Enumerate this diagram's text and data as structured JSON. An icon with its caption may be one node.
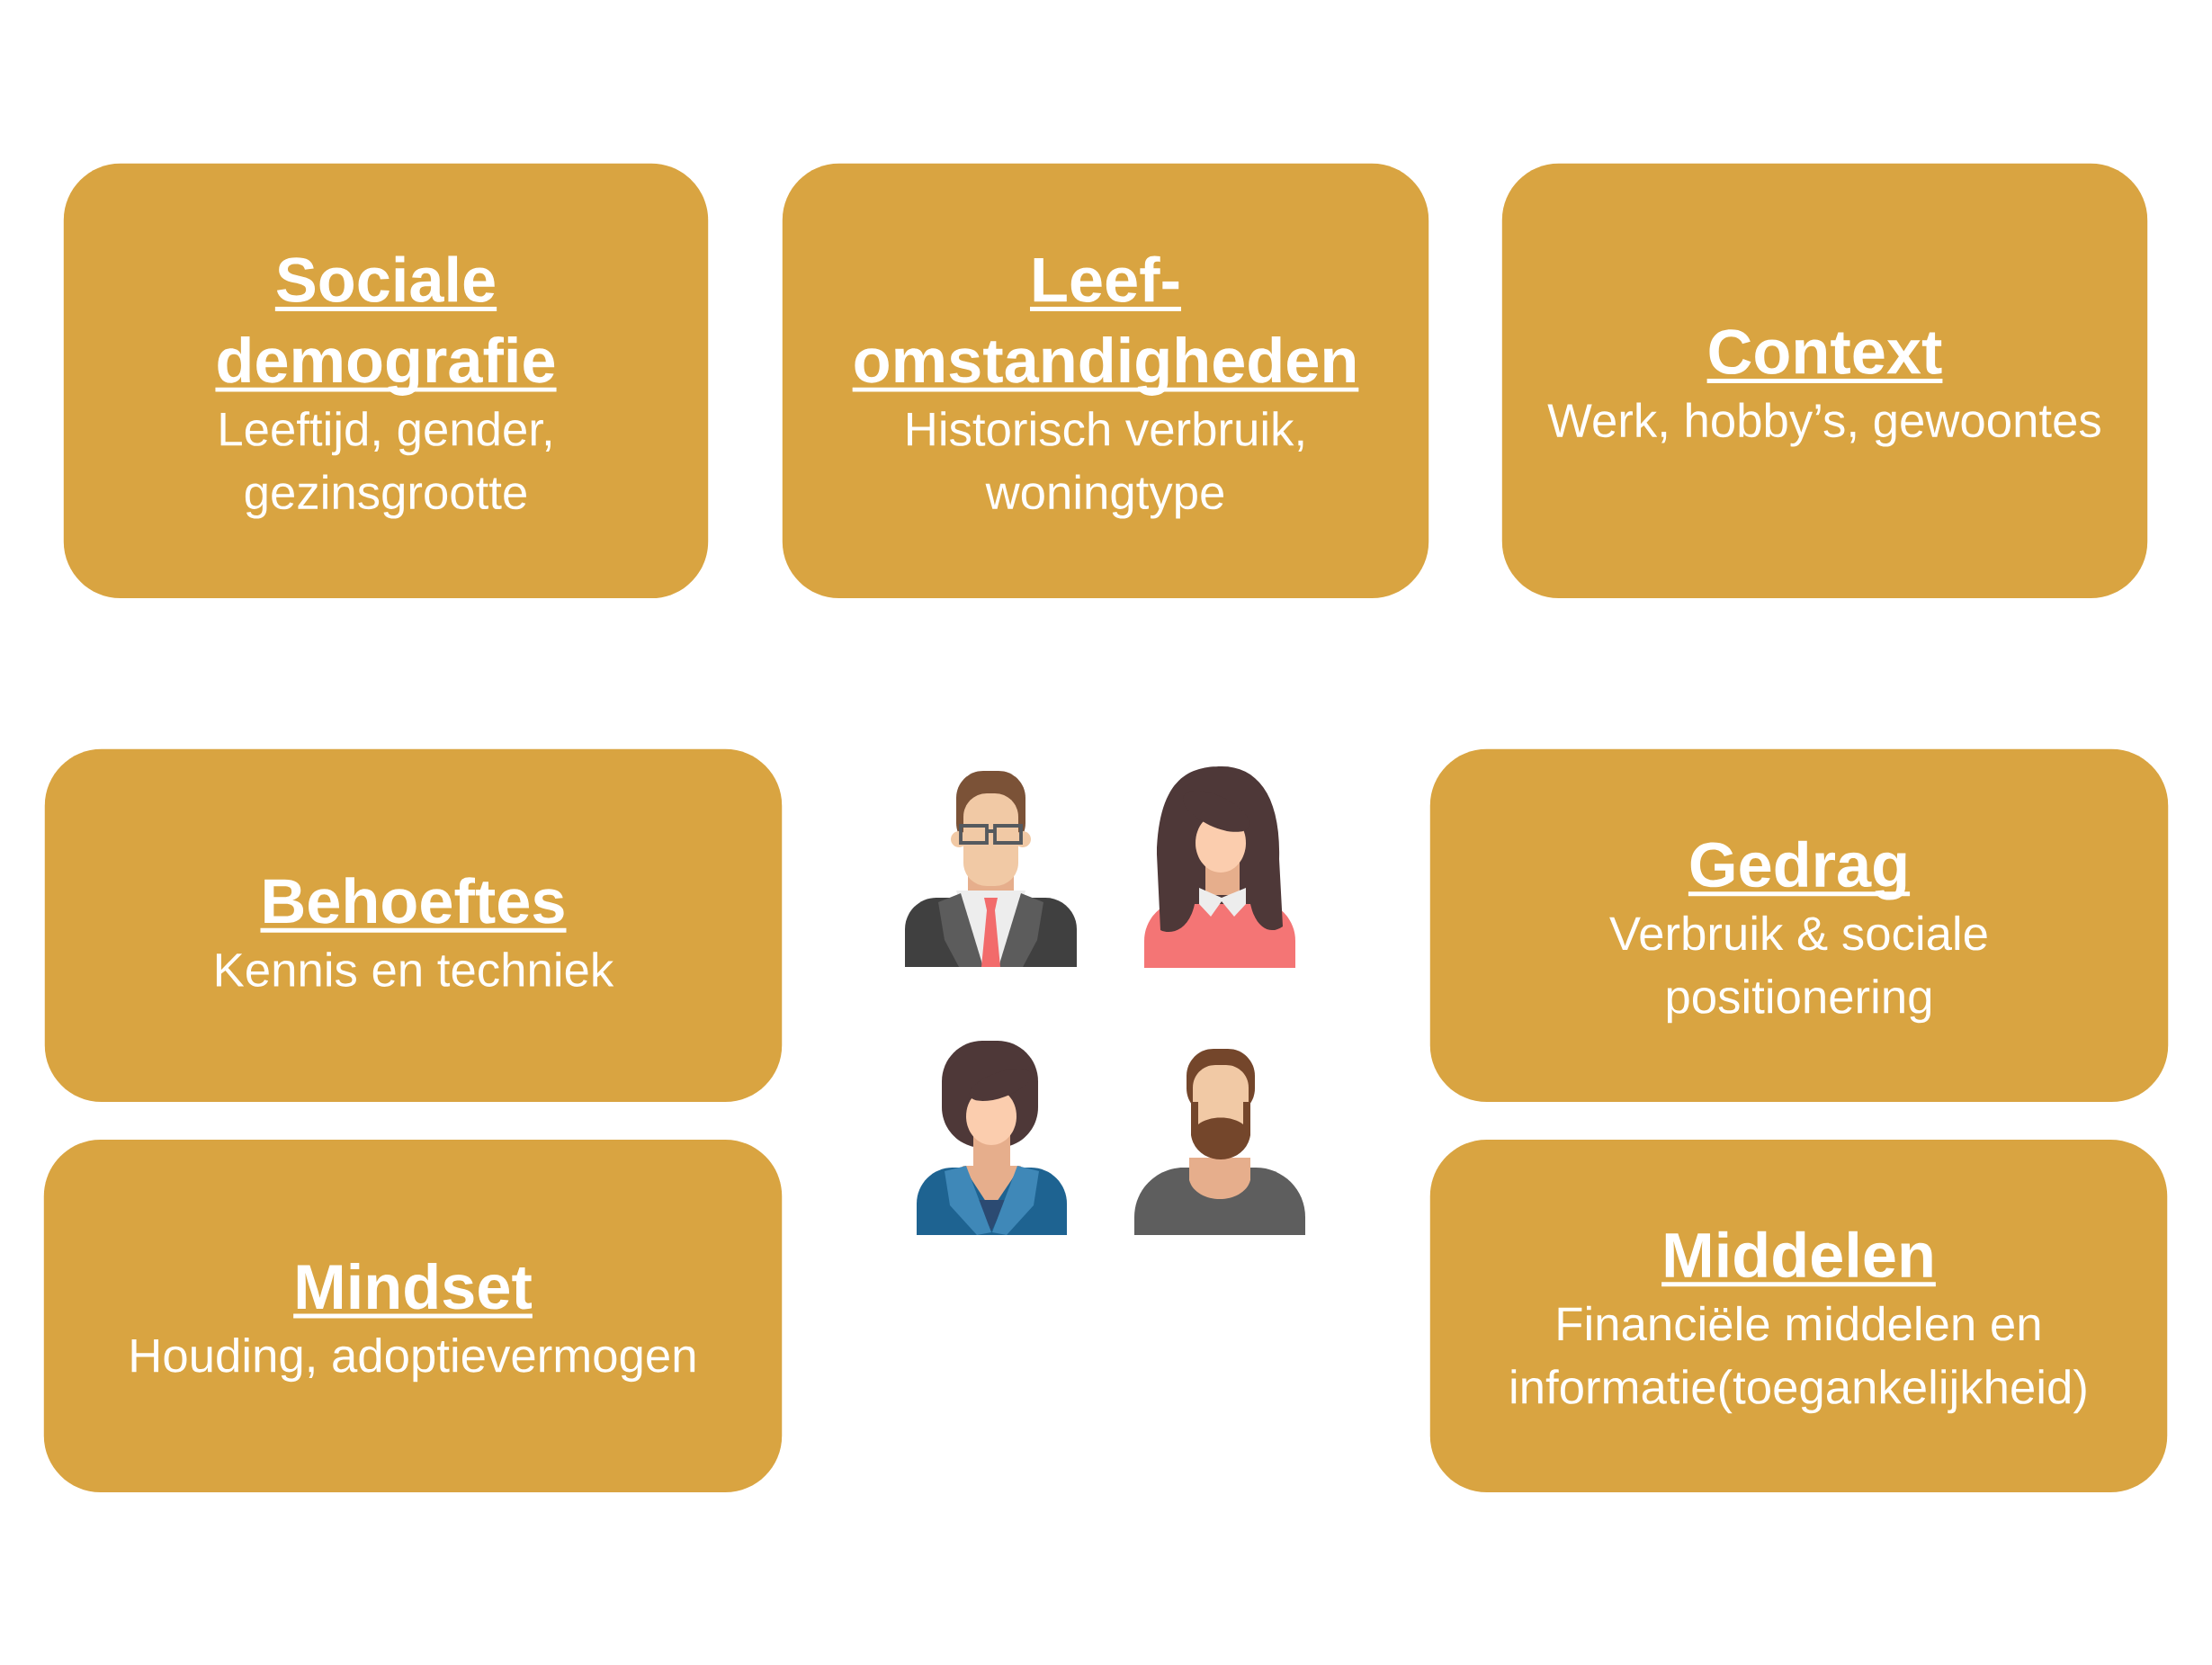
{
  "diagram": {
    "nodes": [
      {
        "text": [
          "Sociale demografie",
          "Leeftijd, gender, gezinsgrootte"
        ]
      },
      {
        "text": [
          "Leef- omstandigheden",
          "Historisch verbruik, woningtype"
        ]
      },
      {
        "text": [
          "Context",
          "Werk, hobby’s, gewoontes"
        ]
      },
      {
        "text": [
          "Behoeftes",
          "Kennis en techniek"
        ]
      },
      {
        "text": [
          "Gedrag",
          "Verbruik & sociale positionering"
        ]
      },
      {
        "text": [
          "Mindset",
          "Houding, adoptievermogen"
        ]
      },
      {
        "text": [
          "Middelen",
          "Financiële middelen en informatie(toegankelijkheid)"
        ]
      }
    ]
  }
}
